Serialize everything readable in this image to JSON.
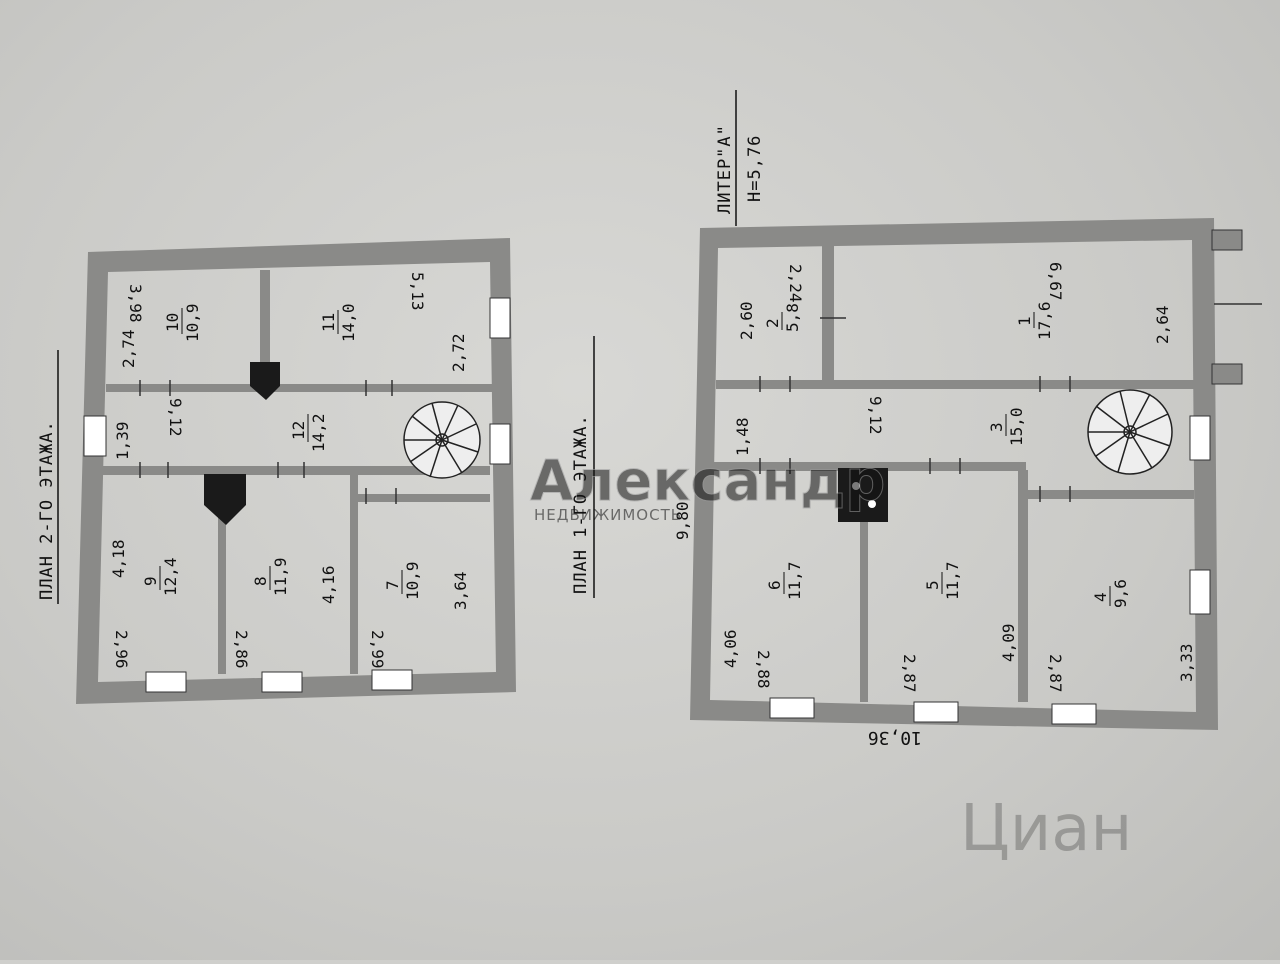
{
  "plan_floor2": {
    "title": "ПЛАН 2-ГО ЭТАЖА.",
    "rooms": [
      {
        "no": "10",
        "area": "10,9",
        "dims": [
          "2,74",
          "3,98"
        ]
      },
      {
        "no": "11",
        "area": "14,0",
        "dims": [
          "5,13",
          "2,72"
        ]
      },
      {
        "no": "12",
        "area": "14,2",
        "dims": [
          "9,12"
        ]
      },
      {
        "no": "9",
        "area": "12,4",
        "dims": [
          "4,18",
          "2,96"
        ]
      },
      {
        "no": "8",
        "area": "11,9",
        "dims": [
          "4,16",
          "2,86"
        ]
      },
      {
        "no": "7",
        "area": "10,9",
        "dims": [
          "3,64",
          "2,99"
        ]
      }
    ],
    "side_dim": "1,39"
  },
  "plan_floor1": {
    "title": "ПЛАН 1-ГО ЭТАЖА.",
    "liter": "ЛИТЕР\"А\"",
    "height": "H=5,76",
    "rooms": [
      {
        "no": "2",
        "area": "5,8",
        "dims": [
          "2,60",
          "2,24"
        ]
      },
      {
        "no": "1",
        "area": "17,6",
        "dims": [
          "6,67",
          "2,64"
        ]
      },
      {
        "no": "3",
        "area": "15,0",
        "dims": [
          "9,12"
        ]
      },
      {
        "no": "6",
        "area": "11,7",
        "dims": [
          "4,06",
          "2,88"
        ]
      },
      {
        "no": "5",
        "area": "11,7",
        "dims": [
          "4,09",
          "2,87"
        ]
      },
      {
        "no": "4",
        "area": "9,6",
        "dims": [
          "3,33",
          "2,87"
        ]
      }
    ],
    "side_dim": "1,48",
    "overall_width": "10,36",
    "overall_length": "9,80"
  },
  "watermark": {
    "brand": "Александр",
    "sub": "НЕДВИЖИМОСТЬ",
    "corner": "Циан"
  }
}
